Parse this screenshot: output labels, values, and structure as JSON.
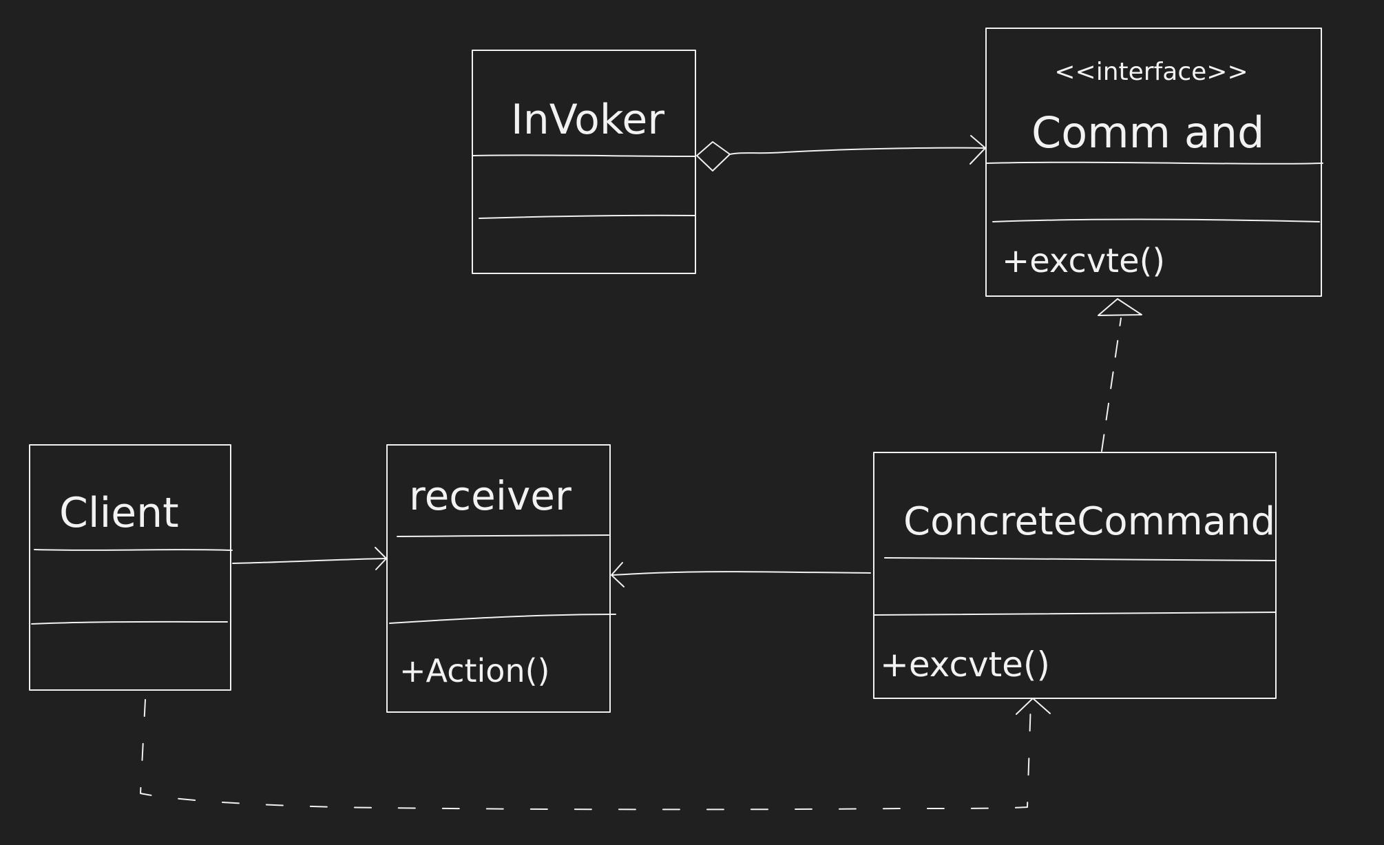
{
  "diagram": {
    "colors": {
      "background": "#212020",
      "stroke": "#f2f2f2"
    },
    "classes": {
      "invoker": {
        "name": "InVoker",
        "stereotype": "",
        "methods": []
      },
      "command": {
        "name": "Comm and",
        "stereotype": "<<interface>>",
        "methods": [
          "+excvte()"
        ]
      },
      "client": {
        "name": "Client",
        "stereotype": "",
        "methods": []
      },
      "receiver": {
        "name": "receiver",
        "stereotype": "",
        "methods": [
          "+Action()"
        ]
      },
      "concrete_command": {
        "name": "ConcreteCommand",
        "stereotype": "",
        "methods": [
          "+excvte()"
        ]
      }
    },
    "relations": [
      {
        "from": "invoker",
        "to": "command",
        "type": "aggregation"
      },
      {
        "from": "client",
        "to": "receiver",
        "type": "association"
      },
      {
        "from": "concrete_command",
        "to": "receiver",
        "type": "association"
      },
      {
        "from": "concrete_command",
        "to": "command",
        "type": "realization"
      },
      {
        "from": "client",
        "to": "concrete_command",
        "type": "dependency"
      }
    ]
  }
}
